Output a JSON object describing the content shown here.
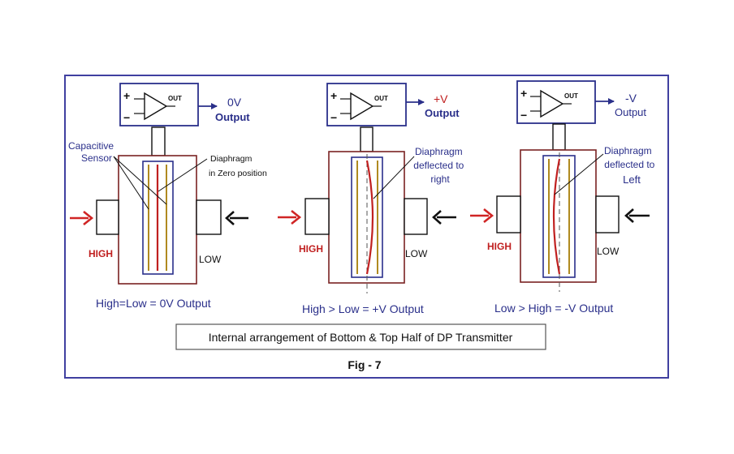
{
  "figure_label": "Fig - 7",
  "caption": "Internal arrangement of Bottom & Top Half of DP Transmitter",
  "colors": {
    "frame": "#4040a0",
    "amp": "#2a2f8a",
    "sensor_plate": "#b08a20",
    "diaphragm": "#c02020",
    "body_outline": "#7a2222",
    "text_blue": "#2a2f8a",
    "text_red": "#c02020",
    "arrow_red": "#d02525",
    "arrow_black": "#111111"
  },
  "panels": [
    {
      "state": "zero",
      "amp": {
        "plus": "+",
        "minus": "−",
        "out": "OUT"
      },
      "output_line1": "0V",
      "output_line2": "Output",
      "note_lines": [
        "Diaphragm",
        "in Zero position"
      ],
      "side_lines": [
        "Capacitive",
        "Sensor"
      ],
      "high_label": "HIGH",
      "low_label": "LOW",
      "equation": "High=Low = 0V Output"
    },
    {
      "state": "right",
      "amp": {
        "plus": "+",
        "minus": "−",
        "out": "OUT"
      },
      "output_line1": "+V",
      "output_line2": "Output",
      "note_lines": [
        "Diaphragm",
        "deflected to",
        "right"
      ],
      "high_label": "HIGH",
      "low_label": "LOW",
      "equation": "High > Low = +V Output"
    },
    {
      "state": "left",
      "amp": {
        "plus": "+",
        "minus": "−",
        "out": "OUT"
      },
      "output_line1": "-V",
      "output_line2": "Output",
      "note_lines": [
        "Diaphragm",
        "deflected to",
        "Left"
      ],
      "high_label": "HIGH",
      "low_label": "LOW",
      "equation": "Low > High = -V Output"
    }
  ]
}
